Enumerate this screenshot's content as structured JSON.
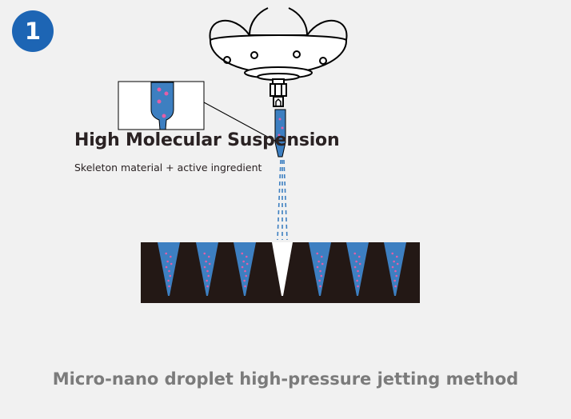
{
  "step_number": "1",
  "suspension": {
    "title": "High Molecular Suspension",
    "description": "Skeleton material + active ingredient"
  },
  "caption": "Micro-nano droplet high-pressure jetting method",
  "colors": {
    "badge": "#1d65b4",
    "fluid": "#3d7fc1",
    "particle": "#e35fa7",
    "mold": "#231815",
    "nozzle_outline": "#000000",
    "background": "#f1f1f1",
    "caption_text": "#7b7b7b"
  },
  "mold": {
    "filled_cavities": 6,
    "empty_cavities": 1
  }
}
